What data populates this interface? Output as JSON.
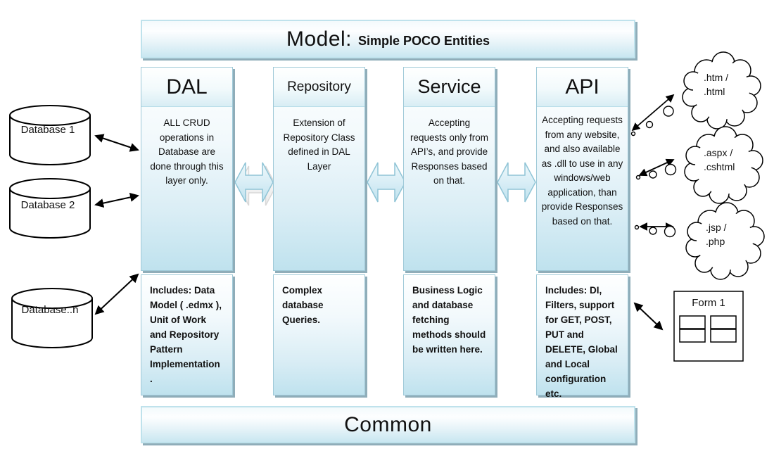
{
  "header": {
    "title": "Model:",
    "subtitle": "Simple POCO Entities"
  },
  "footer": {
    "title": "Common"
  },
  "columns": [
    {
      "title": "DAL",
      "description": "ALL CRUD operations in Database are done through this layer only.",
      "includes": "Includes: Data Model ( .edmx ), Unit of Work and Repository Pattern Implementation ."
    },
    {
      "title": "Repository",
      "description": "Extension of Repository Class defined in DAL Layer",
      "includes": "Complex database Queries."
    },
    {
      "title": "Service",
      "description": "Accepting requests only from API’s, and provide Responses based on that.",
      "includes": "Business Logic and database fetching methods should be written here."
    },
    {
      "title": "API",
      "description": "Accepting requests from any website, and also available as .dll to use in any windows/web application, than provide Responses based on that.",
      "includes": "Includes: DI, Filters, support for GET, POST, PUT and DELETE, Global and Local configuration etc."
    }
  ],
  "databases": [
    {
      "label": "Database 1"
    },
    {
      "label": "Database 2"
    },
    {
      "label": "Database..n"
    }
  ],
  "clouds": [
    {
      "line1": ".htm /",
      "line2": ".html"
    },
    {
      "line1": ".aspx /",
      "line2": ".cshtml"
    },
    {
      "line1": ".jsp /",
      "line2": ".php"
    }
  ],
  "form": {
    "title": "Form 1"
  },
  "colors": {
    "box_border": "#9fc9d8",
    "box_fill_blue": "#bfe2ee",
    "shadow": "#8fadb9",
    "block_arrow_fill_top": "#eef8fb",
    "block_arrow_fill_bottom": "#bfe2ee",
    "block_arrow_stroke": "#8fc4d6",
    "connector": "#000000",
    "background": "#ffffff"
  }
}
